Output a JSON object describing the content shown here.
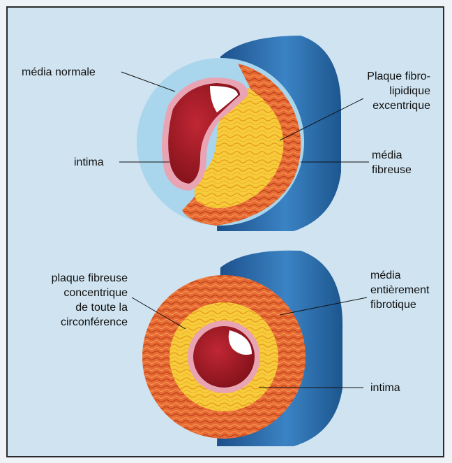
{
  "labels": {
    "media_normale": "média normale",
    "plaque_fibrolipidique": [
      "Plaque fibro-",
      "lipidique",
      "excentrique"
    ],
    "intima_top": "intima",
    "media_fibreuse": [
      "média",
      "fibreuse"
    ],
    "plaque_fibreuse": [
      "plaque fibreuse",
      "concentrique",
      "de toute la",
      "circonférence"
    ],
    "media_fibrotique": [
      "média",
      "entièrement",
      "fibrotique"
    ],
    "intima_bottom": "intima"
  },
  "colors": {
    "background": "#cfe3f0",
    "vessel_outer": "#2f6fad",
    "media_normal": "#a9d6ec",
    "fibrous": "#e0612d",
    "lipid": "#f6c636",
    "intima": "#e9a4b4",
    "lumen": "#a51d29"
  }
}
